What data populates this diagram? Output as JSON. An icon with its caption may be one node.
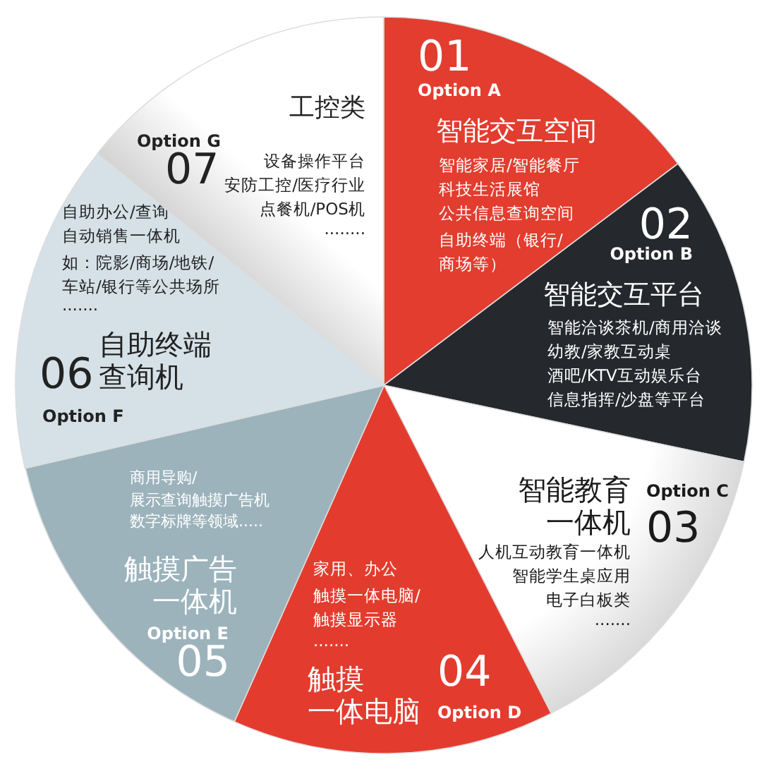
{
  "diagram": {
    "nodes": [
      {
        "text": [
          "01",
          "Option A",
          "智能交互空间",
          "智能家居/智能餐厅",
          "科技生活展馆",
          "公共信息查询空间",
          "自助终端（银行/商场等）"
        ]
      },
      {
        "text": [
          "02",
          "Option B",
          "智能交互平台",
          "智能洽谈茶机/商用洽谈",
          "幼教/家教互动桌",
          "酒吧/KTV互动娱乐台",
          "信息指挥/沙盘等平台"
        ]
      },
      {
        "text": [
          "智能教育一体机",
          "Option C",
          "03",
          "人机互动教育一体机",
          "智能学生桌应用",
          "电子白板类",
          "......."
        ]
      },
      {
        "text": [
          "家用、办公",
          "触摸一体电脑/触摸显示器",
          ".......",
          "触摸一体电脑",
          "04",
          "Option D"
        ]
      },
      {
        "text": [
          "商用导购/展示查询触摸广告机",
          "数字标牌等领域.....",
          "触摸广告一体机",
          "Option E",
          "05"
        ]
      },
      {
        "text": [
          "自助办公/查询",
          "自动销售一体机",
          "如：院影/商场/地铁/车站/银行等公共场所",
          ".......",
          "06",
          "自助终端查询机",
          "Option F"
        ]
      },
      {
        "text": [
          "工控类",
          "Option G",
          "07",
          "设备操作平台",
          "安防工控/医疗行业",
          "点餐机/POS机",
          "........"
        ]
      }
    ]
  }
}
